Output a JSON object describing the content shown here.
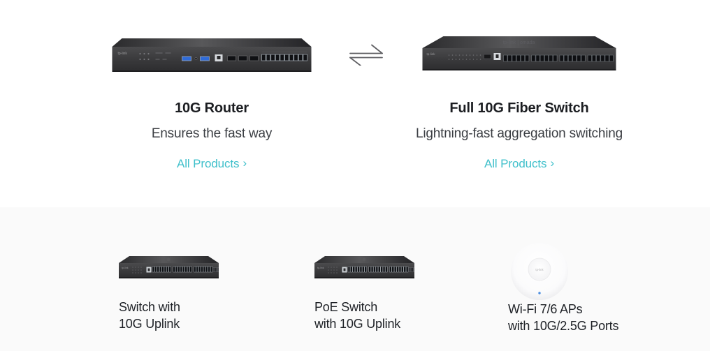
{
  "theme": {
    "accent_link_color": "#40c0cb",
    "bottom_section_bg": "#fafafa",
    "heading_color": "#1b1d21"
  },
  "top_products": [
    {
      "title": "10G Router",
      "description": "Ensures the fast way",
      "link_label": "All Products",
      "link_chevron": "›"
    },
    {
      "title": "Full 10G Fiber Switch",
      "description": "Lightning-fast aggregation switching",
      "link_label": "All Products",
      "link_chevron": "›"
    }
  ],
  "bottom_products": [
    {
      "label_line1": "Switch with",
      "label_line2": "10G Uplink"
    },
    {
      "label_line1": "PoE Switch",
      "label_line2": "with 10G Uplink"
    },
    {
      "label_line1": "Wi-Fi 7/6 APs",
      "label_line2": "with 10G/2.5G Ports"
    }
  ],
  "device_branding": {
    "router_front": "tp-link",
    "fiber_switch_top": "tp-link | omada",
    "fiber_switch_front": "tp-link",
    "switch_front": "tp-link",
    "ap_center": "tp-link"
  }
}
